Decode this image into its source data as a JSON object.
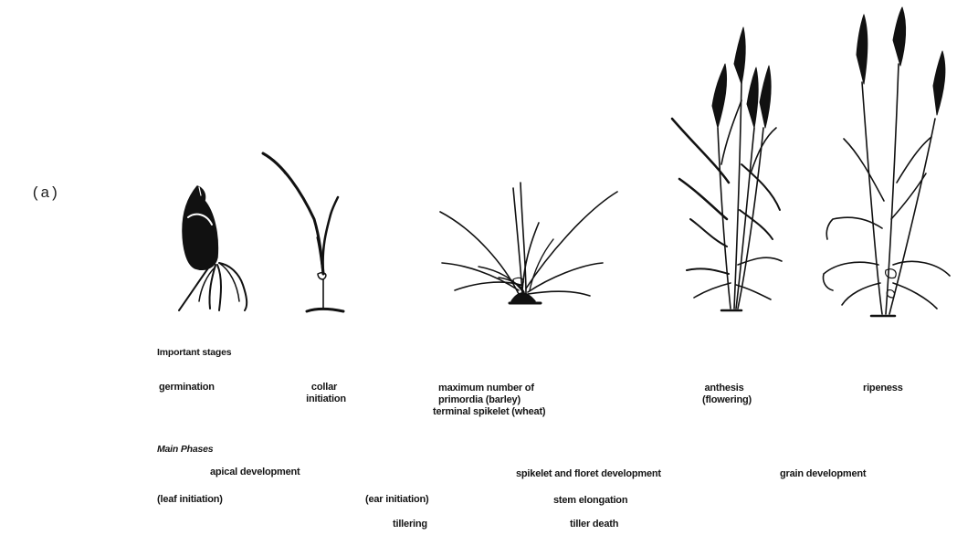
{
  "panel_label": "(a)",
  "stages_heading": "Important stages",
  "stages": [
    {
      "line1": "germination",
      "line2": "",
      "line3": ""
    },
    {
      "line1": "collar",
      "line2": "initiation",
      "line3": ""
    },
    {
      "line1": "maximum number of",
      "line2": "primordia (barley)",
      "line3": "terminal spikelet (wheat)"
    },
    {
      "line1": "anthesis",
      "line2": "(flowering)",
      "line3": ""
    },
    {
      "line1": "ripeness",
      "line2": "",
      "line3": ""
    }
  ],
  "phases_heading": "Main Phases",
  "phases": {
    "apical_development": "apical development",
    "leaf_initiation": "(leaf initiation)",
    "ear_initiation": "(ear initiation)",
    "tillering": "tillering",
    "spikelet_floret": "spikelet and floret development",
    "stem_elongation": "stem elongation",
    "tiller_death": "tiller death",
    "grain_development": "grain development"
  }
}
